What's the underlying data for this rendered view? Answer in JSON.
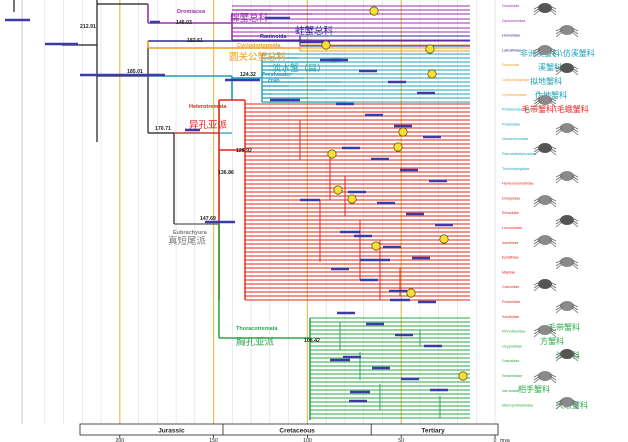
{
  "nodes": [
    {
      "age": "212.91"
    },
    {
      "age": "185.01"
    },
    {
      "age": "170.71"
    },
    {
      "age": "147.69"
    },
    {
      "age": "146.03"
    },
    {
      "age": "182.61"
    },
    {
      "age": "136.86"
    },
    {
      "age": "128.92"
    },
    {
      "age": "124.32"
    },
    {
      "age": "108.42"
    }
  ],
  "clades": [
    {
      "name": "Dromiacea",
      "cn": "绵蟹总科",
      "color": "#9b2fae"
    },
    {
      "name": "Raninoida",
      "cn": "蛙蟹总科",
      "color": "#2a2a9c"
    },
    {
      "name": "Cyclodorippoida",
      "cn": "圆关公蟹总科",
      "color": "#f39a1e"
    },
    {
      "name": "Freshwater crab",
      "cn": "淡水蟹（目）",
      "color": "#1aa0b4"
    },
    {
      "name": "Heterotremata",
      "cn": "异孔亚派",
      "color": "#e2231a"
    },
    {
      "name": "Eubrachyura",
      "cn": "真短尾派",
      "color": "#7a7a7a"
    },
    {
      "name": "Thoracotremata",
      "cn": "胸孔亚派",
      "color": "#2aa84a"
    }
  ],
  "tip_labels_cn": [
    "非洲溪蟹科\\仿溪蟹科",
    "溪蟹科",
    "拟地蟹科",
    "伪地蟹科",
    "毛带蟹科\\毛蛾蟹科",
    "毛带蟹科",
    "方蟹科",
    "沙蟹科",
    "相手蟹科",
    "大眼蟹科"
  ],
  "families": [
    "Dromiidae",
    "Dynomenidae",
    "Homolidae",
    "Latreilliidae",
    "Raninidae",
    "Cyclodorippidae",
    "Cymonomidae",
    "Potamonautidae",
    "Potamidae",
    "Gecarcinucidae",
    "Pseudothelphusidae",
    "Trichodactylidae",
    "Hymenosomatidae",
    "Dorippidae",
    "Ethusidae",
    "Leucosiidae",
    "Inachidae",
    "Epialtidae",
    "Majidae",
    "Cancridae",
    "Portunidae",
    "Xanthidae",
    "Pinnotheridae",
    "Ocypodidae",
    "Grapsidae",
    "Sesarmidae",
    "Varunidae",
    "Macrophthalmidae"
  ],
  "timescale": {
    "periods": [
      "Jurassic",
      "Cretaceous",
      "Tertiary"
    ],
    "ticks": [
      "200",
      "150",
      "100",
      "50",
      "0"
    ],
    "unit": "mya"
  },
  "colors": {
    "background": "#ffffff",
    "base_lines": "#1a1a1a",
    "grid": "#dcdcdc",
    "period_lines": "#e8c050",
    "bars": "#3a3aa8"
  }
}
